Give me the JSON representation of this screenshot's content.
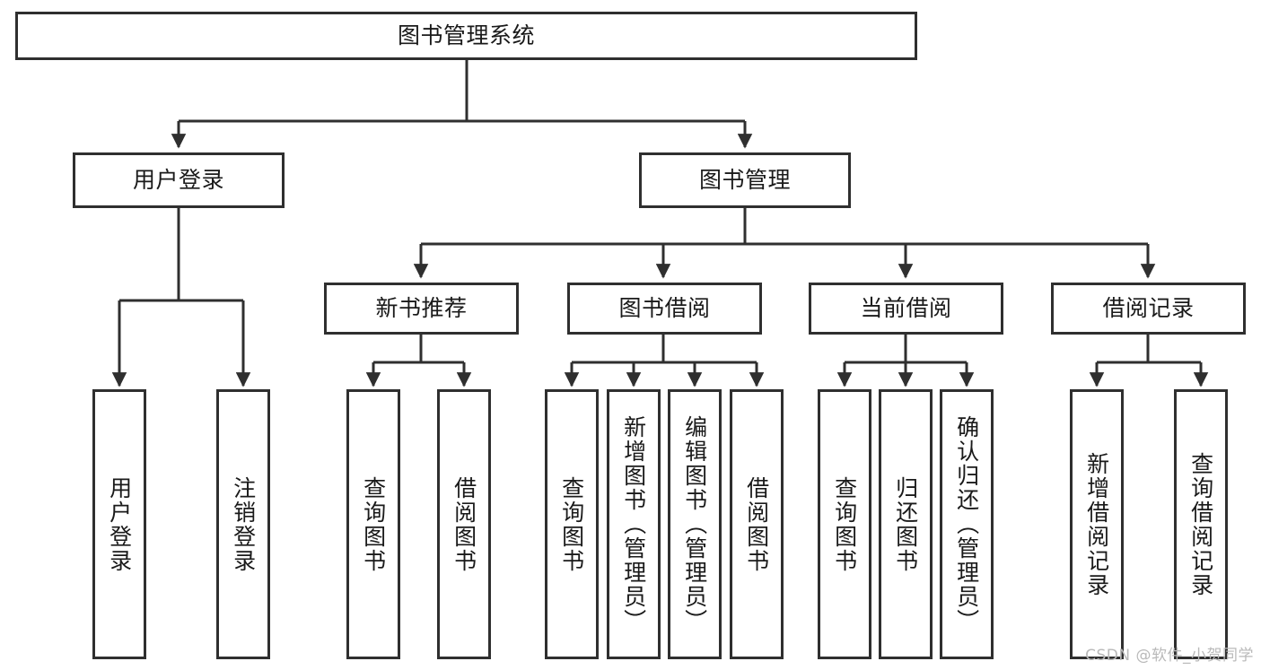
{
  "diagram": {
    "title": "图书管理系统",
    "type": "tree-hierarchy",
    "background_color": "#ffffff",
    "border_color": "#2f2f2f",
    "text_color": "#1a1a1a"
  },
  "root": {
    "label": "图书管理系统"
  },
  "level2": [
    {
      "label": "用户登录"
    },
    {
      "label": "图书管理"
    }
  ],
  "level3": [
    {
      "label": "新书推荐"
    },
    {
      "label": "图书借阅"
    },
    {
      "label": "当前借阅"
    },
    {
      "label": "借阅记录"
    }
  ],
  "leaves": {
    "user_login": [
      {
        "label": "用户登录"
      },
      {
        "label": "注销登录"
      }
    ],
    "new_book": [
      {
        "label": "查询图书"
      },
      {
        "label": "借阅图书"
      }
    ],
    "borrow_book": [
      {
        "label": "查询图书"
      },
      {
        "label": "新增图书（管理员）"
      },
      {
        "label": "编辑图书（管理员）"
      },
      {
        "label": "借阅图书"
      }
    ],
    "current_borrow": [
      {
        "label": "查询图书"
      },
      {
        "label": "归还图书"
      },
      {
        "label": "确认归还（管理员）"
      }
    ],
    "borrow_record": [
      {
        "label": "新增借阅记录"
      },
      {
        "label": "查询借阅记录"
      }
    ]
  },
  "watermark": {
    "text": "CSDN @软件_小贺同学"
  }
}
